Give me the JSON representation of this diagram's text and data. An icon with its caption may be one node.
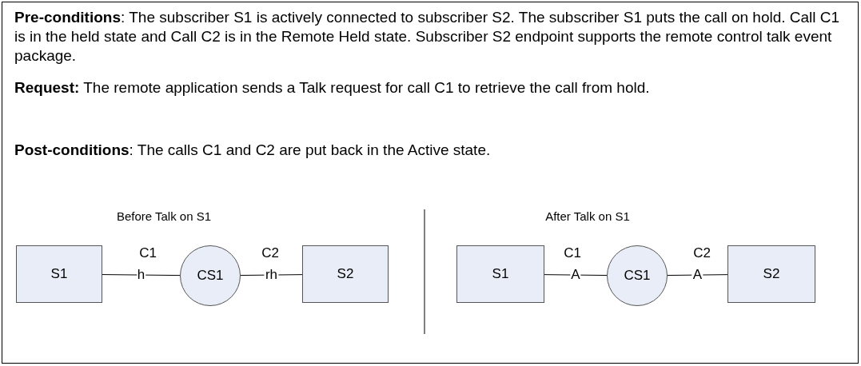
{
  "diagram": {
    "nodes": [
      {
        "text": [
          "S1"
        ]
      },
      {
        "text": [
          "CS1"
        ]
      },
      {
        "text": [
          "S2"
        ]
      },
      {
        "text": [
          "S1"
        ]
      },
      {
        "text": [
          "CS1"
        ]
      },
      {
        "text": [
          "S2"
        ]
      }
    ],
    "edges": [
      {
        "from": 0,
        "to": 1,
        "arrow": "none",
        "label": "h"
      },
      {
        "from": 1,
        "to": 2,
        "arrow": "none",
        "label": "rh"
      },
      {
        "from": 3,
        "to": 4,
        "arrow": "none",
        "label": "A"
      },
      {
        "from": 4,
        "to": 5,
        "arrow": "none",
        "label": "A"
      }
    ],
    "labels": [
      "**Pre-conditions**:  The subscriber S1 is actively connected to subscriber S2.  The subscriber S1 puts the call on hold.  Call C1 is in the held state and Call C2 is in the Remote Held state.  Subscriber S2 endpoint supports the remote control talk event package.",
      "**Request:**  The remote application sends a Talk request for call C1 to retrieve the call from hold.",
      "**Post-conditions**:  The calls C1 and C2 are put back in the Active state.",
      "Before Talk on S1",
      "After Talk on S1",
      "C1",
      "C2",
      "C1",
      "C2"
    ]
  }
}
